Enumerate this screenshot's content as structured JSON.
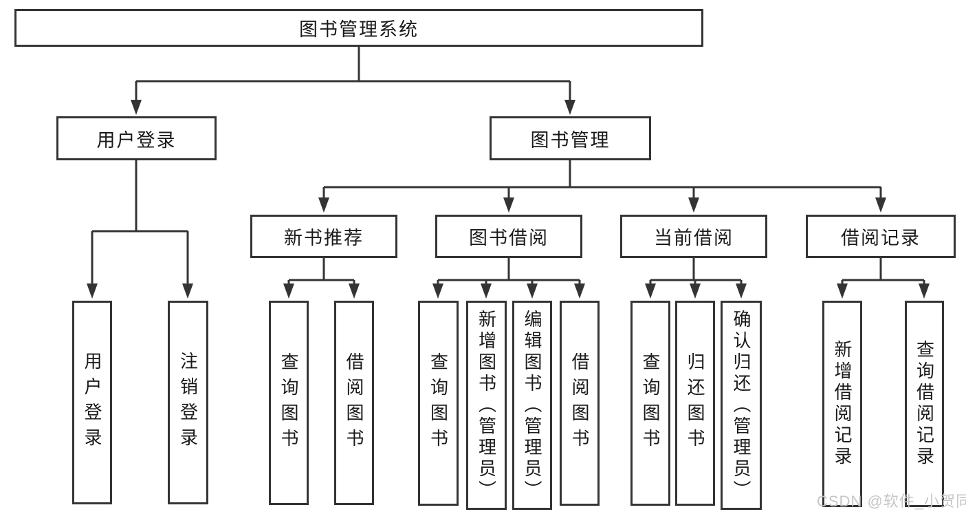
{
  "diagram_title": "图书管理系统",
  "watermark": "CSDN @软件_小贺同学",
  "colors": {
    "line": "#343434",
    "box_border": "#343434",
    "text": "#1a1a1a",
    "watermark": "#c6c6c6",
    "background": "#ffffff"
  },
  "tree": {
    "root": {
      "label": "图书管理系统",
      "children": [
        {
          "label": "用户登录",
          "children": [
            {
              "label": "用户登录"
            },
            {
              "label": "注销登录"
            }
          ]
        },
        {
          "label": "图书管理",
          "children": [
            {
              "label": "新书推荐",
              "children": [
                {
                  "label": "查询图书"
                },
                {
                  "label": "借阅图书"
                }
              ]
            },
            {
              "label": "图书借阅",
              "children": [
                {
                  "label": "查询图书"
                },
                {
                  "label": "新增图书（管理员）"
                },
                {
                  "label": "编辑图书（管理员）"
                },
                {
                  "label": "借阅图书"
                }
              ]
            },
            {
              "label": "当前借阅",
              "children": [
                {
                  "label": "查询图书"
                },
                {
                  "label": "归还图书"
                },
                {
                  "label": "确认归还（管理员）"
                }
              ]
            },
            {
              "label": "借阅记录",
              "children": [
                {
                  "label": "新增借阅记录"
                },
                {
                  "label": "查询借阅记录"
                }
              ]
            }
          ]
        }
      ]
    }
  }
}
